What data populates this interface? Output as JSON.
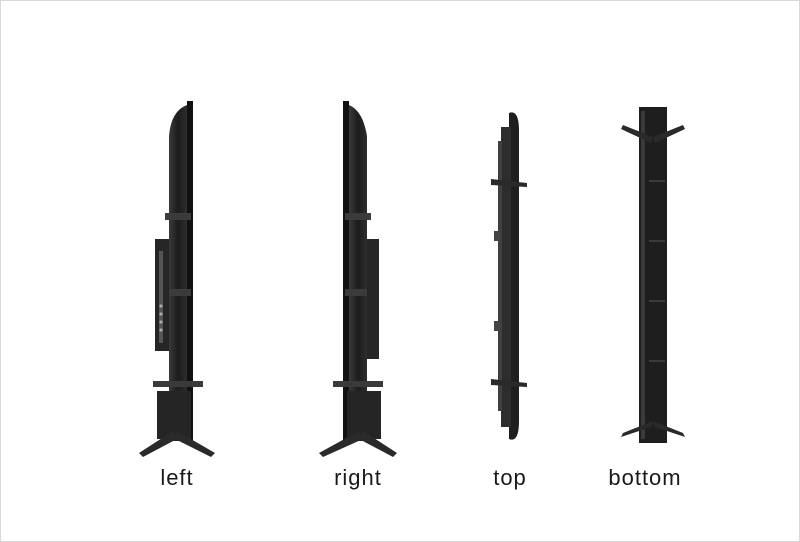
{
  "colors": {
    "background": "#ffffff",
    "tv_body": "#2b2b2b",
    "tv_dark": "#141414",
    "tv_highlight": "#5a5a5a",
    "caption_text": "#1a1a1a"
  },
  "views": [
    {
      "id": "left",
      "label": "left"
    },
    {
      "id": "right",
      "label": "right"
    },
    {
      "id": "top",
      "label": "top"
    },
    {
      "id": "bottom",
      "label": "bottom"
    }
  ]
}
